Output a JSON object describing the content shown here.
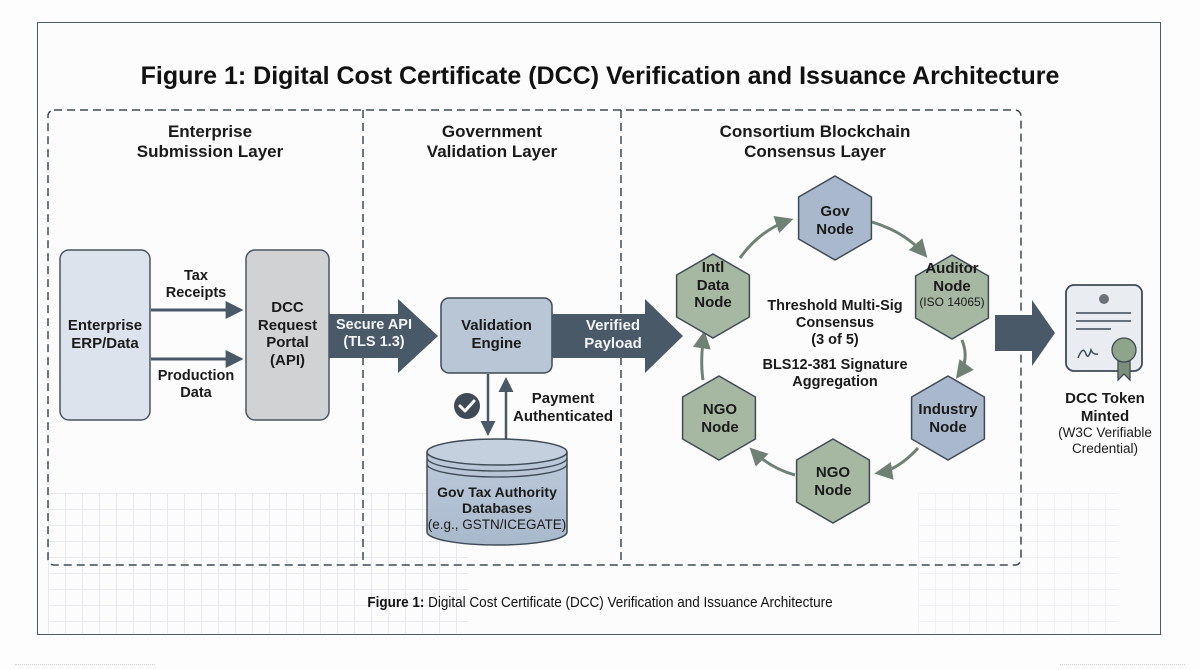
{
  "figure": {
    "title": "Figure 1: Digital Cost Certificate (DCC) Verification and Issuance Architecture",
    "caption_prefix": "Figure 1:",
    "caption_text": " Digital Cost Certificate (DCC) Verification and Issuance Architecture"
  },
  "layers": [
    {
      "line1": "Enterprise",
      "line2": "Submission Layer"
    },
    {
      "line1": "Government",
      "line2": "Validation Layer"
    },
    {
      "line1": "Consortium Blockchain",
      "line2": "Consensus Layer"
    }
  ],
  "nodes": {
    "erp": {
      "line1": "Enterprise",
      "line2": "ERP/Data"
    },
    "portal": {
      "line1": "DCC",
      "line2": "Request",
      "line3": "Portal",
      "line4": "(API)"
    },
    "validation_engine": {
      "line1": "Validation",
      "line2": "Engine"
    },
    "tax_db": {
      "line1": "Gov Tax Authority",
      "line2": "Databases",
      "line3": "(e.g., GSTN/ICEGATE)"
    }
  },
  "edges": {
    "tax_receipts": {
      "line1": "Tax",
      "line2": "Receipts"
    },
    "production_data": {
      "line1": "Production",
      "line2": "Data"
    },
    "secure_api": {
      "line1": "Secure API",
      "line2": "(TLS 1.3)"
    },
    "verified_payload": {
      "line1": "Verified",
      "line2": "Payload"
    },
    "payment_authenticated": {
      "line1": "Payment",
      "line2": "Authenticated"
    }
  },
  "consensus": {
    "nodes": [
      {
        "id": "gov",
        "line1": "Gov",
        "line2": "Node",
        "sub": "",
        "color": "#a9b8cc"
      },
      {
        "id": "auditor",
        "line1": "Auditor",
        "line2": "Node",
        "sub": "(ISO 14065)",
        "color": "#a7b8a2"
      },
      {
        "id": "industry",
        "line1": "Industry",
        "line2": "Node",
        "sub": "",
        "color": "#a9b8cc"
      },
      {
        "id": "ngo-bottom",
        "line1": "NGO",
        "line2": "Node",
        "sub": "",
        "color": "#a7b8a2"
      },
      {
        "id": "ngo-left",
        "line1": "NGO",
        "line2": "Node",
        "sub": "",
        "color": "#a7b8a2"
      },
      {
        "id": "intl",
        "line1": "Intl",
        "line2": "Data",
        "line3": "Node",
        "color": "#a7b8a2"
      }
    ],
    "center": {
      "line1": "Threshold Multi-Sig",
      "line2": "Consensus",
      "line3": "(3 of 5)",
      "line4": "BLS12-381 Signature",
      "line5": "Aggregation"
    }
  },
  "output": {
    "icon": "certificate-icon",
    "line1": "DCC Token",
    "line2": "Minted",
    "line3": "(W3C Verifiable",
    "line4": "Credential)"
  },
  "icons": {
    "check": "checkmark-circle-icon"
  },
  "colors": {
    "arrow_dark": "#4a5968",
    "box_blue": "#c4cfdc",
    "box_gray": "#cfd1d2",
    "hex_blue": "#a9b8cc",
    "hex_green": "#a7b8a2",
    "ring_arrow": "#6f8175",
    "border": "#3f4a55"
  }
}
